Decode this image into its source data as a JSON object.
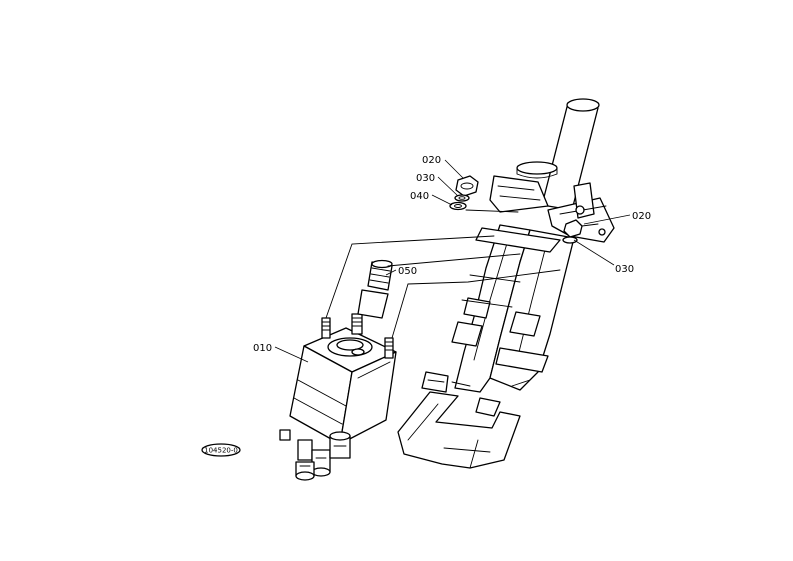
{
  "labels": {
    "p010": "010",
    "p020a": "020",
    "p030a": "030",
    "p040": "040",
    "p050": "050",
    "p020b": "020",
    "p030b": "030"
  },
  "stamp": "104520-0"
}
